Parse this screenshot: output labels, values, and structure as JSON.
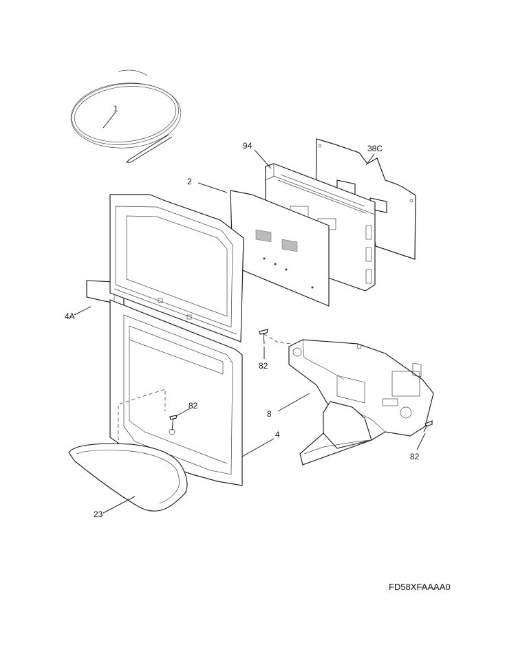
{
  "callouts": {
    "c1": "1",
    "c94": "94",
    "c38c": "38C",
    "c2": "2",
    "c4a": "4A",
    "c82a": "82",
    "c82b": "82",
    "c8": "8",
    "c4": "4",
    "c82c": "82",
    "c23": "23"
  },
  "model_code": "FD58XFAAAA0",
  "colors": {
    "line": "#222222",
    "background": "#ffffff",
    "screen_fill": "#bbbbbb"
  }
}
